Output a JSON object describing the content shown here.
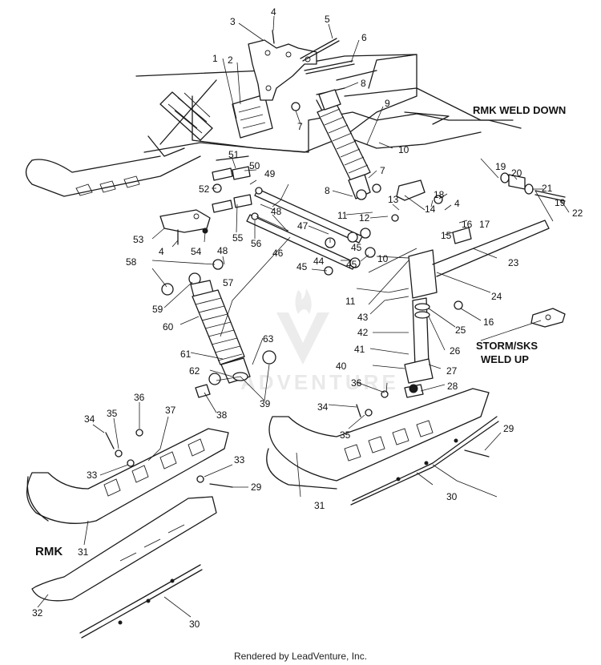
{
  "headings": {
    "rmk_weld_down": "RMK WELD DOWN",
    "storm_sks_line1": "STORM/SKS",
    "storm_sks_line2": "WELD UP",
    "rmk_label": "RMK"
  },
  "watermark": {
    "text": "ADVENTURE"
  },
  "footer": {
    "text": "Rendered by LeadVenture, Inc."
  },
  "callouts": {
    "c1": "1",
    "c2": "2",
    "c3": "3",
    "c4a": "4",
    "c4b": "4",
    "c4c": "4",
    "c5": "5",
    "c6": "6",
    "c7a": "7",
    "c7b": "7",
    "c8a": "8",
    "c8b": "8",
    "c9": "9",
    "c10a": "10",
    "c10b": "10",
    "c11a": "11",
    "c11b": "11",
    "c12": "12",
    "c13": "13",
    "c14": "14",
    "c15": "15",
    "c16a": "16",
    "c16b": "16",
    "c17": "17",
    "c18": "18",
    "c19a": "19",
    "c19b": "19",
    "c20": "20",
    "c21": "21",
    "c22": "22",
    "c23": "23",
    "c24": "24",
    "c25": "25",
    "c26": "26",
    "c27": "27",
    "c28": "28",
    "c29a": "29",
    "c29b": "29",
    "c30a": "30",
    "c30b": "30",
    "c31a": "31",
    "c31b": "31",
    "c32": "32",
    "c33a": "33",
    "c33b": "33",
    "c34a": "34",
    "c34b": "34",
    "c35a": "35",
    "c35b": "35",
    "c36a": "36",
    "c36b": "36",
    "c37": "37",
    "c38": "38",
    "c39": "39",
    "c40": "40",
    "c41": "41",
    "c42": "42",
    "c43": "43",
    "c44": "44",
    "c45a": "45",
    "c45b": "45",
    "c45c": "45",
    "c46": "46",
    "c47": "47",
    "c48a": "48",
    "c48b": "48",
    "c49": "49",
    "c50": "50",
    "c51": "51",
    "c52": "52",
    "c53": "53",
    "c54": "54",
    "c55": "55",
    "c56": "56",
    "c57": "57",
    "c58": "58",
    "c59": "59",
    "c60": "60",
    "c61": "61",
    "c62": "62",
    "c63": "63"
  }
}
